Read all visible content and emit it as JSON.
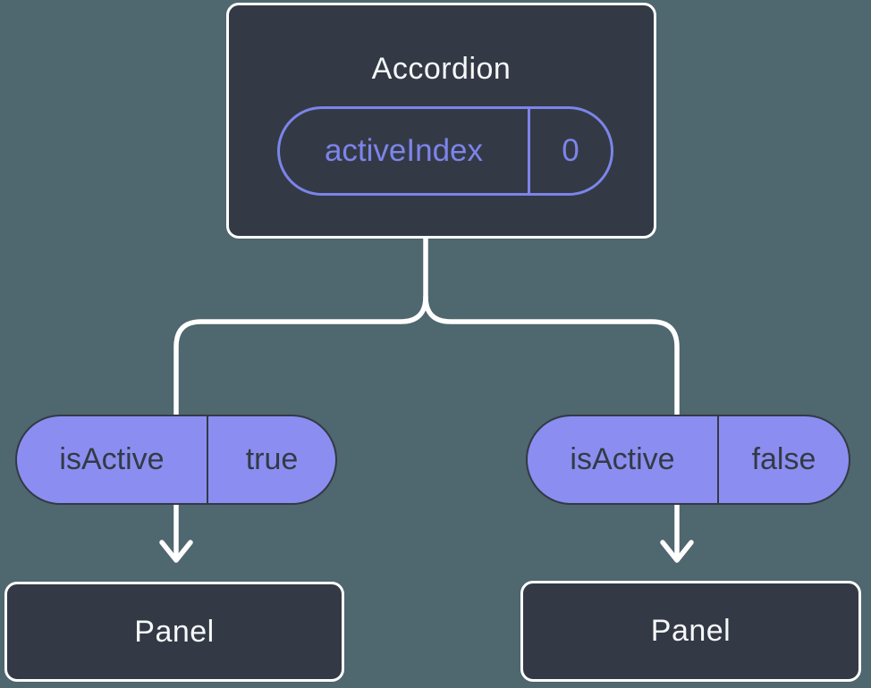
{
  "theme": {
    "background": "#4F676E",
    "node_fill": "#333A45",
    "node_border": "#FFFFFF",
    "node_text": "#F6F7F9",
    "accent_purple": "#7D84EA",
    "pill_fill": "#8B8EF0",
    "pill_dark_text": "#333A45",
    "connector": "#FFFFFF"
  },
  "diagram": {
    "root": {
      "title": "Accordion",
      "state": {
        "name": "activeIndex",
        "value": "0"
      }
    },
    "children": [
      {
        "prop": {
          "name": "isActive",
          "value": "true"
        },
        "node": {
          "title": "Panel"
        }
      },
      {
        "prop": {
          "name": "isActive",
          "value": "false"
        },
        "node": {
          "title": "Panel"
        }
      }
    ]
  }
}
